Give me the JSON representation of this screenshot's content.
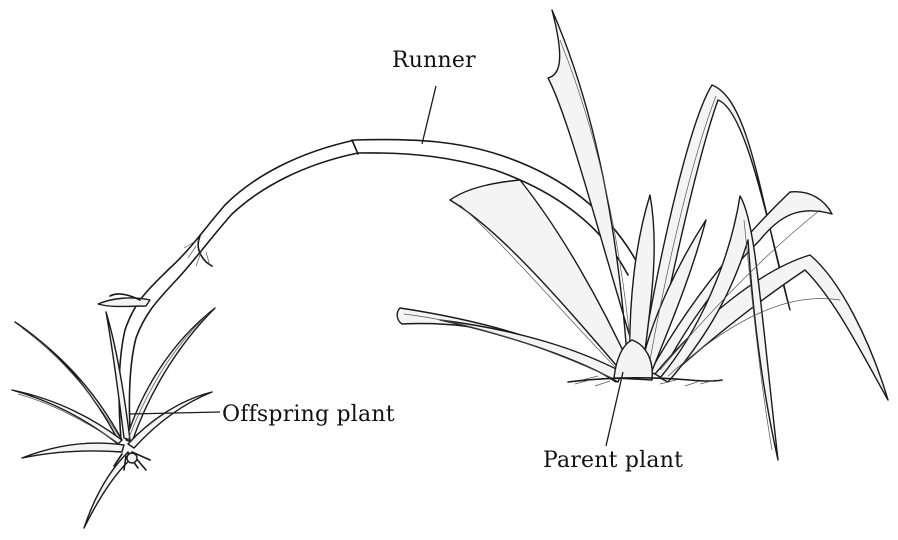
{
  "labels": {
    "runner": "Runner",
    "offspring": "Offspring plant",
    "parent": "Parent plant"
  },
  "colors": {
    "ink": "#1a1a1a",
    "background": "#ffffff",
    "leaf_fill": "#f4f4f4"
  }
}
